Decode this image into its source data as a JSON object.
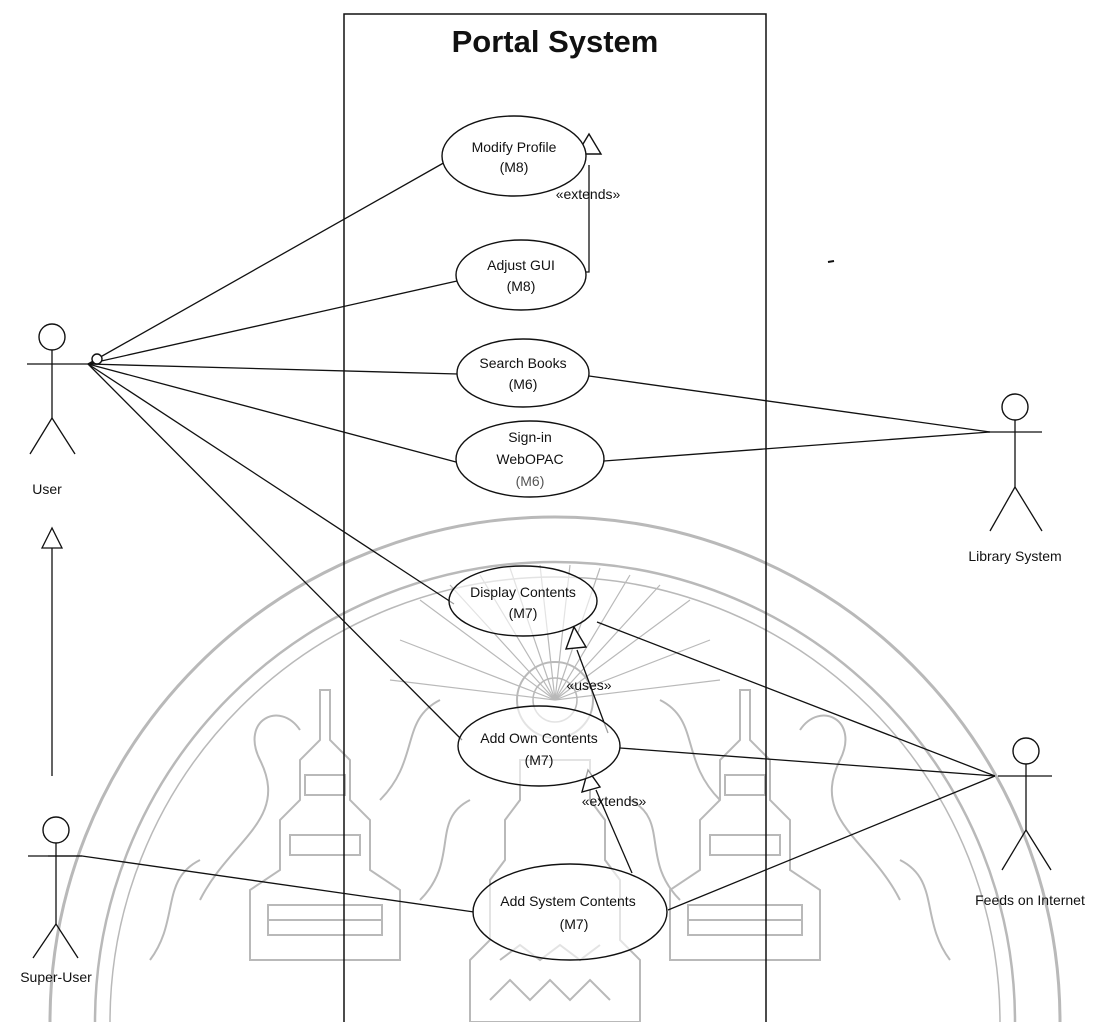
{
  "system": {
    "title": "Portal System"
  },
  "actors": {
    "user": "User",
    "super_user": "Super-User",
    "library_system": "Library System",
    "feeds": "Feeds on Internet"
  },
  "use_cases": {
    "modify_profile": {
      "line1": "Modify Profile",
      "line2": "(M8)"
    },
    "adjust_gui": {
      "line1": "Adjust GUI",
      "line2": "(M8)"
    },
    "search_books": {
      "line1": "Search Books",
      "line2": "(M6)"
    },
    "sign_in": {
      "line1": "Sign-in",
      "line2": "WebOPAC",
      "line3": "(M6)"
    },
    "display_contents": {
      "line1": "Display Contents",
      "line2": "(M7)"
    },
    "add_own_contents": {
      "line1": "Add Own Contents",
      "line2": "(M7)"
    },
    "add_system_contents": {
      "line1": "Add System Contents",
      "line2": "(M7)"
    }
  },
  "stereotypes": {
    "extends_profile": "«extends»",
    "uses_display": "«uses»",
    "extends_own": "«extends»"
  },
  "watermark": {
    "name": "university-seal-watermark",
    "color": "#b9b9b9"
  }
}
